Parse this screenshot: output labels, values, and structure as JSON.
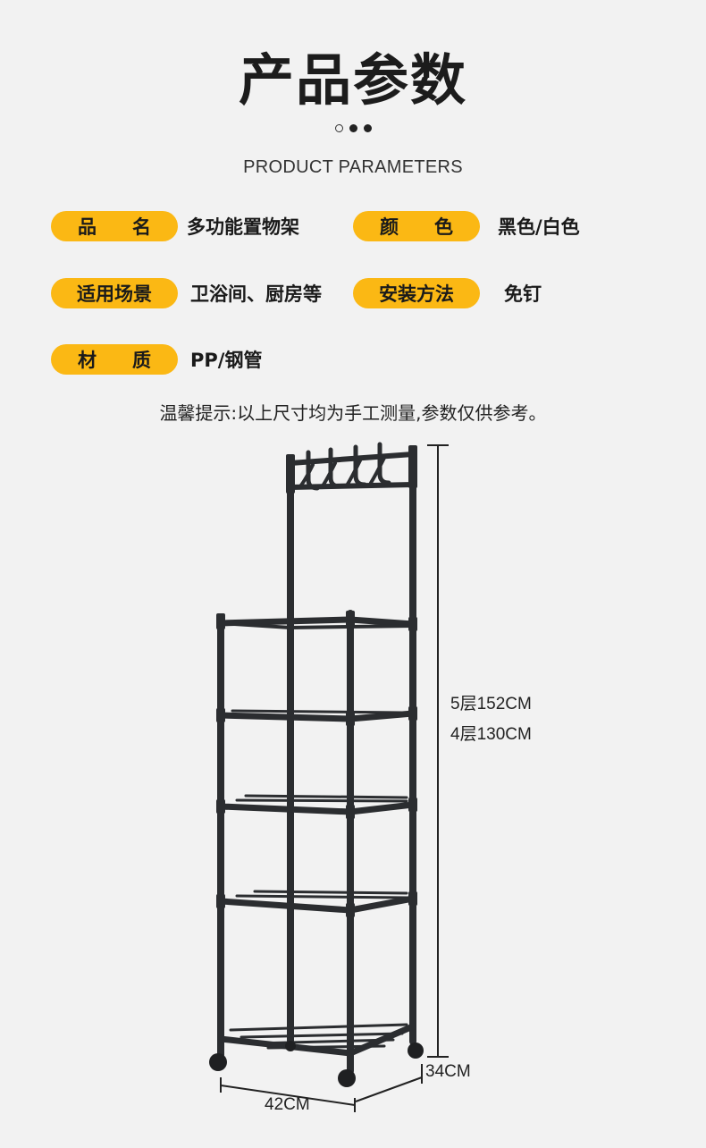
{
  "header": {
    "title": "产品参数",
    "subtitle": "PRODUCT PARAMETERS"
  },
  "params": {
    "name": {
      "label_a": "品",
      "label_b": "名",
      "value": "多功能置物架"
    },
    "color": {
      "label_a": "颜",
      "label_b": "色",
      "value": "黑色/白色"
    },
    "scene": {
      "label": "适用场景",
      "value": "卫浴间、厨房等"
    },
    "install": {
      "label": "安装方法",
      "value": "免钉"
    },
    "material": {
      "label_a": "材",
      "label_b": "质",
      "value": "PP/钢管"
    }
  },
  "note": "温馨提示:以上尺寸均为手工测量,参数仅供参考。",
  "dimensions": {
    "height_5": "5层152CM",
    "height_4": "4层130CM",
    "width": "42CM",
    "depth": "34CM"
  },
  "colors": {
    "accent": "#fbb814",
    "rack": "#2b2d30",
    "background": "#f2f2f2"
  }
}
